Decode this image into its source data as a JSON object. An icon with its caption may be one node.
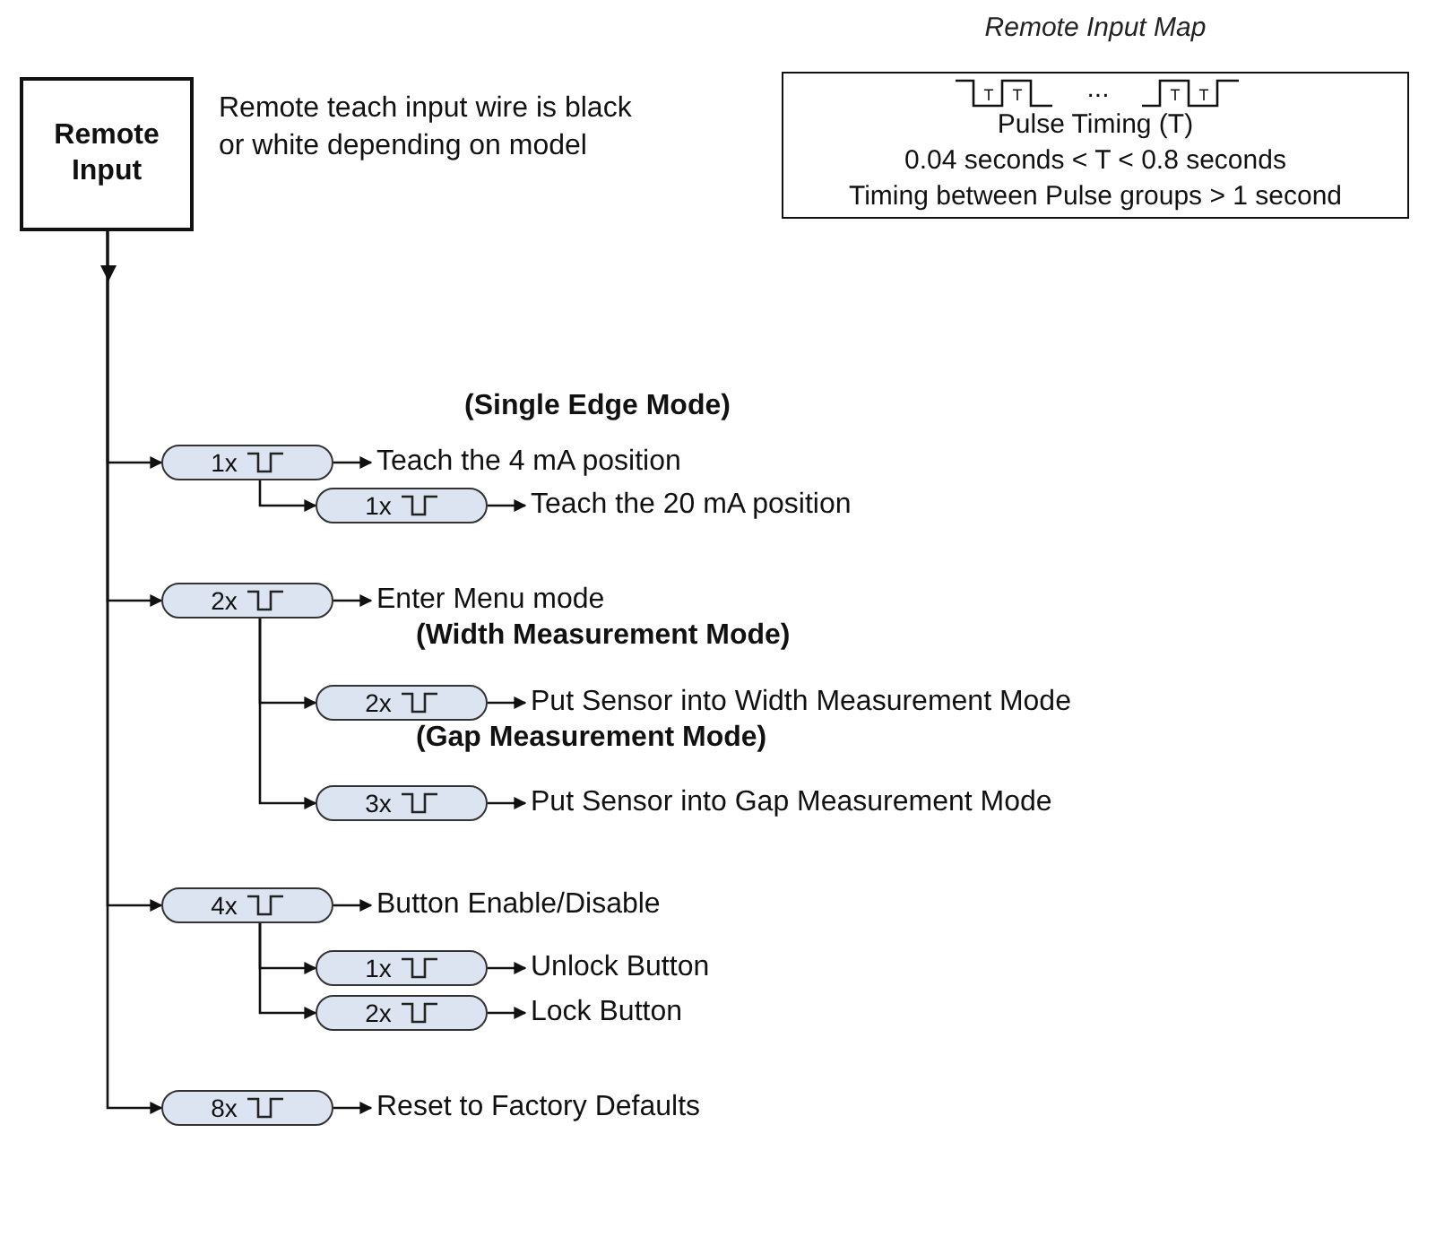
{
  "diagram": {
    "nodes": [
      {
        "text": [
          "Remote Input"
        ],
        "beside": [
          "Remote teach input wire is black or white depending on model"
        ]
      },
      {
        "text": [
          "Remote Input Map",
          "Pulse Timing (T)",
          "0.04 seconds < T < 0.8 seconds",
          "Timing between Pulse groups > 1 second"
        ]
      },
      {
        "text": [
          "1x"
        ]
      },
      {
        "text": [
          "Teach the 4 mA position"
        ]
      },
      {
        "text": [
          "1x"
        ]
      },
      {
        "text": [
          "Teach the 20 mA position"
        ]
      },
      {
        "text": [
          "2x"
        ]
      },
      {
        "text": [
          "Enter Menu mode"
        ]
      },
      {
        "text": [
          "2x"
        ]
      },
      {
        "text": [
          "Put Sensor into Width Measurement Mode"
        ]
      },
      {
        "text": [
          "3x"
        ]
      },
      {
        "text": [
          "Put Sensor into Gap Measurement Mode"
        ]
      },
      {
        "text": [
          "4x"
        ]
      },
      {
        "text": [
          "Button Enable/Disable"
        ]
      },
      {
        "text": [
          "1x"
        ]
      },
      {
        "text": [
          "Unlock Button"
        ]
      },
      {
        "text": [
          "2x"
        ]
      },
      {
        "text": [
          "Lock Button"
        ]
      },
      {
        "text": [
          "8x"
        ]
      },
      {
        "text": [
          "Reset to Factory Defaults"
        ]
      }
    ],
    "edges": [
      {
        "from": 0,
        "to": 2,
        "arrow": "to"
      },
      {
        "from": 2,
        "to": 3,
        "arrow": "to"
      },
      {
        "from": 2,
        "to": 4,
        "arrow": "to"
      },
      {
        "from": 4,
        "to": 5,
        "arrow": "to"
      },
      {
        "from": 0,
        "to": 6,
        "arrow": "to"
      },
      {
        "from": 6,
        "to": 7,
        "arrow": "to"
      },
      {
        "from": 6,
        "to": 8,
        "arrow": "to"
      },
      {
        "from": 8,
        "to": 9,
        "arrow": "to"
      },
      {
        "from": 6,
        "to": 10,
        "arrow": "to"
      },
      {
        "from": 10,
        "to": 11,
        "arrow": "to"
      },
      {
        "from": 0,
        "to": 12,
        "arrow": "to"
      },
      {
        "from": 12,
        "to": 13,
        "arrow": "to"
      },
      {
        "from": 12,
        "to": 14,
        "arrow": "to"
      },
      {
        "from": 14,
        "to": 15,
        "arrow": "to"
      },
      {
        "from": 12,
        "to": 16,
        "arrow": "to"
      },
      {
        "from": 16,
        "to": 17,
        "arrow": "to"
      },
      {
        "from": 0,
        "to": 18,
        "arrow": "to"
      },
      {
        "from": 18,
        "to": 19,
        "arrow": "to"
      }
    ],
    "labels": [
      "T",
      "T",
      "...",
      "T",
      "T",
      "(Single Edge Mode)",
      "(Width Measurement Mode)",
      "(Gap Measurement Mode)"
    ]
  }
}
